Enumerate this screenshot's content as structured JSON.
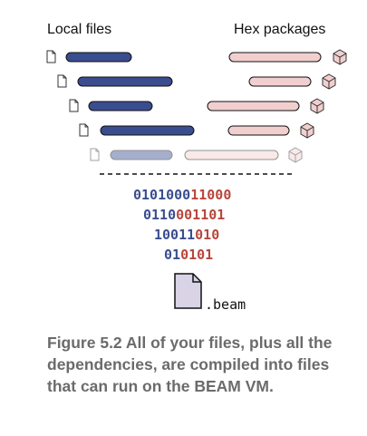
{
  "labels": {
    "local": "Local files",
    "hex": "Hex packages"
  },
  "bit_rows": [
    {
      "blue": "0101000",
      "red": "11000"
    },
    {
      "blue": "0110",
      "red": "001101"
    },
    {
      "blue": "10011",
      "red": "010"
    },
    {
      "blue": "01",
      "red": "0101"
    }
  ],
  "beam_label": ".beam",
  "caption": "Figure 5.2    All of your files, plus all the dependencies, are compiled into files that can run on the BEAM VM.",
  "colors": {
    "local_bar": "#3a4d8f",
    "hex_bar": "#f2cfcf",
    "bits_blue": "#3a4d8f",
    "bits_red": "#b8463c",
    "beam_file": "#d9d3e6"
  }
}
